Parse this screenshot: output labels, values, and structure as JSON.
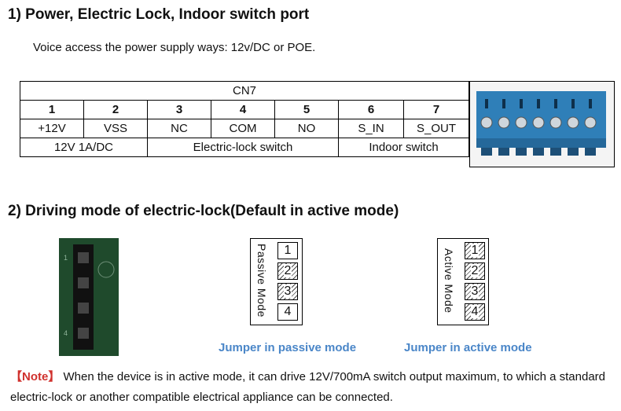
{
  "section1": {
    "title": "1)  Power, Electric Lock, Indoor switch port",
    "subtitle": "Voice access the power supply ways: 12v/DC or POE.",
    "table": {
      "header": "CN7",
      "numbers": [
        "1",
        "2",
        "3",
        "4",
        "5",
        "6",
        "7"
      ],
      "signals": [
        "+12V",
        "VSS",
        "NC",
        "COM",
        "NO",
        "S_IN",
        "S_OUT"
      ],
      "groups": [
        "12V 1A/DC",
        "Electric-lock switch",
        "Indoor switch"
      ]
    },
    "photo_icon": "terminal-block-photo"
  },
  "section2": {
    "title": "2)  Driving mode of electric-lock(Default in active mode)",
    "passive": {
      "label": "Passive Mode",
      "pins": [
        "1",
        "2",
        "3",
        "4"
      ],
      "caption": "Jumper in passive mode"
    },
    "active": {
      "label": "Active Mode",
      "pins": [
        "1",
        "2",
        "3",
        "4"
      ],
      "caption": "Jumper in active mode"
    },
    "pcb_icon": "pcb-header-photo"
  },
  "note": {
    "tag": "【Note】",
    "text": "When the device is in active mode, it can drive 12V/700mA switch output maximum, to which a standard electric-lock or another compatible electrical appliance can be connected."
  },
  "colors": {
    "caption": "#4a86c8",
    "note_tag": "#d0312d",
    "terminal": "#2f7fb8",
    "pcb": "#1f4a2c"
  }
}
